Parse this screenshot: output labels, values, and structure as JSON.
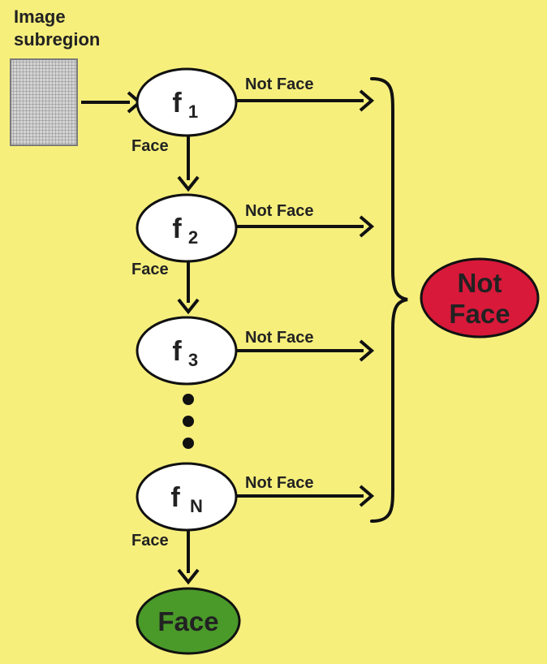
{
  "input": {
    "line1": "Image",
    "line2": "subregion"
  },
  "classifiers": [
    {
      "main": "f",
      "sub": "1"
    },
    {
      "main": "f",
      "sub": "2"
    },
    {
      "main": "f",
      "sub": "3"
    },
    {
      "main": "f",
      "sub": "N"
    }
  ],
  "edges": {
    "face": "Face",
    "not_face": "Not Face"
  },
  "outcomes": {
    "not_face_line1": "Not",
    "not_face_line2": "Face",
    "face": "Face"
  },
  "colors": {
    "background": "#f6ef7c",
    "not_face_node": "#d8193a",
    "face_node": "#4a9a2a",
    "classifier_node": "#ffffff",
    "stroke": "#111111"
  }
}
